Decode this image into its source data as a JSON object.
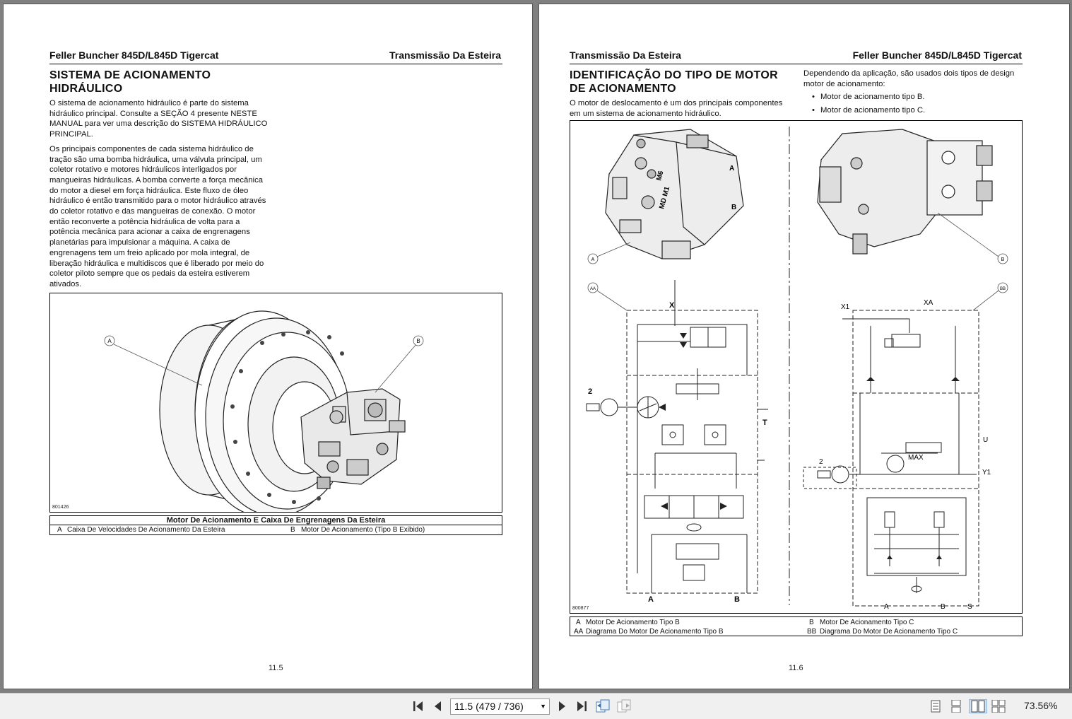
{
  "left_page": {
    "header_left": "Feller Buncher 845D/L845D Tigercat",
    "header_right": "Transmissão Da Esteira",
    "title_line1": "SISTEMA DE ACIONAMENTO",
    "title_line2": "HIDRÁULICO",
    "para1": "O sistema de acionamento hidráulico é parte do sistema hidráulico principal. Consulte a SEÇÃO 4 presente NESTE MANUAL para ver uma descrição do SISTEMA HIDRÁULICO PRINCIPAL.",
    "para2": "Os principais componentes de cada sistema hidráulico de tração são uma bomba hidráulica, uma válvula principal, um coletor rotativo e motores hidráulicos interligados por mangueiras hidráulicas. A bomba converte a força mecânica do motor a diesel em força hidráulica. Este fluxo de óleo hidráulico é então transmitido para o motor hidráulico através do coletor rotativo e das mangueiras de conexão. O motor então reconverte a potência hidráulica de volta para a potência mecânica para acionar a caixa de engrenagens planetárias para impulsionar a máquina. A caixa de engrenagens tem um freio aplicado por mola integral, de liberação hidráulica e multidiscos que é liberado por meio do coletor piloto sempre que os pedais da esteira estiverem ativados.",
    "figure_id": "801426",
    "callout_a": "A",
    "callout_b": "B",
    "caption_title": "Motor De Acionamento E Caixa De Engrenagens Da Esteira",
    "caption_a_key": "A",
    "caption_a": "Caixa De Velocidades De Acionamento Da Esteira",
    "caption_b_key": "B",
    "caption_b": "Motor De Acionamento (Tipo B Exibido)",
    "page_number": "11.5"
  },
  "right_page": {
    "header_left": "Transmissão Da Esteira",
    "header_right": "Feller Buncher 845D/L845D Tigercat",
    "title_line1": "IDENTIFICAÇÃO DO TIPO DE MOTOR",
    "title_line2": "DE ACIONAMENTO",
    "para1": "O motor de deslocamento é um dos principais componentes em um sistema de acionamento hidráulico.",
    "intro": "Dependendo da aplicação, são usados dois tipos de design motor de acionamento:",
    "bullets": [
      "Motor de acionamento tipo B.",
      "Motor de acionamento tipo C."
    ],
    "figure_id": "800877",
    "labels": {
      "a": "A",
      "b": "B",
      "aa": "AA",
      "bb": "BB",
      "x": "X",
      "t": "T",
      "two_left": "2",
      "port_a": "A",
      "port_b": "B",
      "x1": "X1",
      "xa": "XA",
      "u": "U",
      "y1": "Y1",
      "max": "MAX",
      "two_right": "2",
      "port_a2": "A",
      "port_b2": "B",
      "port_s": "S"
    },
    "caption_a_key": "A",
    "caption_a": "Motor De Acionamento Tipo B",
    "caption_b_key": "B",
    "caption_b": "Motor De Acionamento Tipo C",
    "caption_aa_key": "AA",
    "caption_aa": "Diagrama Do Motor De Acionamento Tipo B",
    "caption_bb_key": "BB",
    "caption_bb": "Diagrama Do Motor De Acionamento Tipo C",
    "page_number": "11.6"
  },
  "toolbar": {
    "page_indicator": "11.5 (479 / 736)",
    "zoom": "73.56%"
  }
}
